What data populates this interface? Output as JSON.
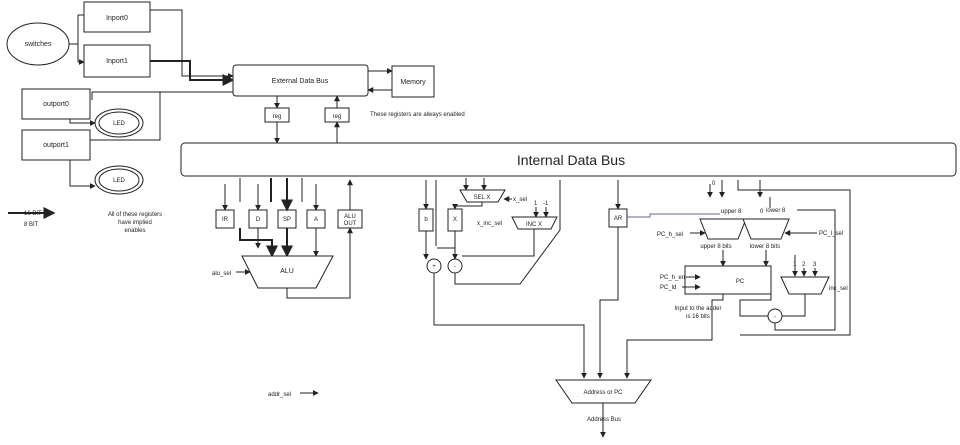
{
  "diagram": {
    "switches": "switches",
    "inport0": "Inport0",
    "inport1": "Inport1",
    "external_bus": "External Data Bus",
    "memory": "Memory",
    "outport0": "outport0",
    "outport1": "outport1",
    "led0": "LED",
    "led1": "LED",
    "reg_left": "reg",
    "reg_right": "reg",
    "always_enabled_note": "These registers are always enabled",
    "internal_bus": "Internal Data Bus",
    "legend_16bit": "16 BIT",
    "legend_8bit": "8 BIT",
    "implied_enables_note": [
      "All of these registers",
      "have implied",
      "enables"
    ],
    "reg_ir": "IR",
    "reg_d": "D",
    "reg_sp": "SP",
    "reg_a": "A",
    "alu_out": [
      "ALU",
      "OUT"
    ],
    "alu": "ALU",
    "alu_sel": "alu_sel",
    "reg_b": "b",
    "reg_x": "X",
    "sel_x": "SEL X",
    "x_sel": "x_sel",
    "inc_x": "INC X",
    "x_inc_sel": "x_inc_sel",
    "inc_x_in1": "1",
    "inc_x_in2": "-1",
    "plus": "+",
    "minus": "-",
    "reg_ar": "AR",
    "pc_h_sel": "PC_h_sel",
    "pc_l_sel": "PC_l_sel",
    "upper8_in": "upper 8",
    "lower8_in": "lower 8",
    "zero_in_a": "0",
    "zero_in_b": "0",
    "upper8_bits": "upper 8 bits",
    "lower8_bits": "lower 8 bits",
    "pc": "PC",
    "pc_h_en": "PC_h_en",
    "pc_ld": "PC_ld",
    "inc_sel": "inc_sel",
    "inc_in1": "1",
    "inc_in2": "2",
    "inc_in3": "3",
    "adder_note": [
      "Input to the adder",
      "is 16 bits"
    ],
    "addr_sel": "addr_sel",
    "address_mux": "Address or PC",
    "address_bus": "Address Bus"
  }
}
